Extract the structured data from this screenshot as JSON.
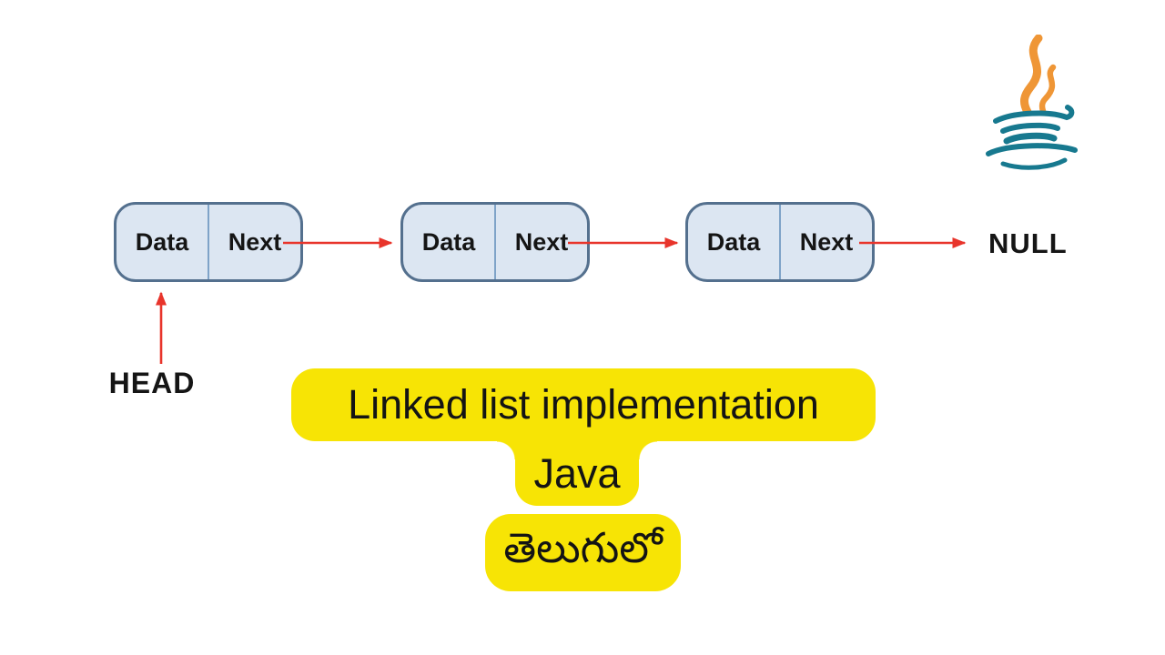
{
  "diagram": {
    "type": "singly-linked-list",
    "head_label": "HEAD",
    "null_label": "NULL",
    "nodes": [
      {
        "data_label": "Data",
        "next_label": "Next"
      },
      {
        "data_label": "Data",
        "next_label": "Next"
      },
      {
        "data_label": "Data",
        "next_label": "Next"
      }
    ]
  },
  "banner": {
    "line1": "Linked list implementation",
    "line2": "Java",
    "line3": "తెలుగులో"
  },
  "logo": {
    "name": "java-logo"
  },
  "css_vars": {
    "node-fill": "#dce6f2",
    "node-border": "#54708e",
    "node-divider": "#7fa3c8",
    "arrow-red": "#e8342b",
    "ink": "#151515",
    "highlight": "#f7e405",
    "flame-orange": "#ef9636",
    "cup-teal": "#17798f"
  }
}
